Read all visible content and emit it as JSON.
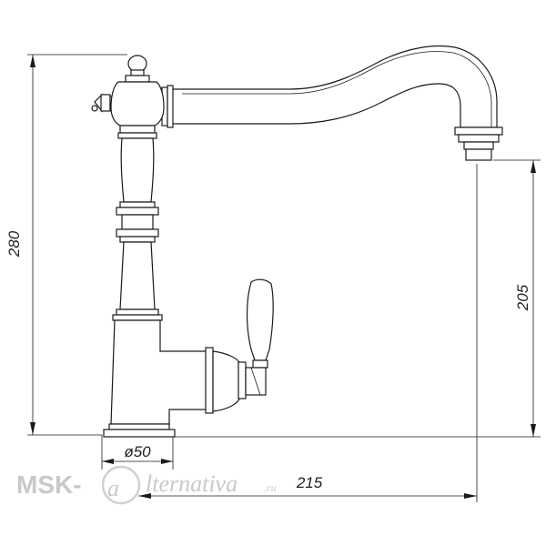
{
  "dimensions": {
    "height_total": "280",
    "spout_height": "205",
    "base_diameter": "ø50",
    "spout_reach": "215"
  },
  "watermark": {
    "brand": "MSK-",
    "script": "lternativa",
    "suffix": ".ru"
  }
}
